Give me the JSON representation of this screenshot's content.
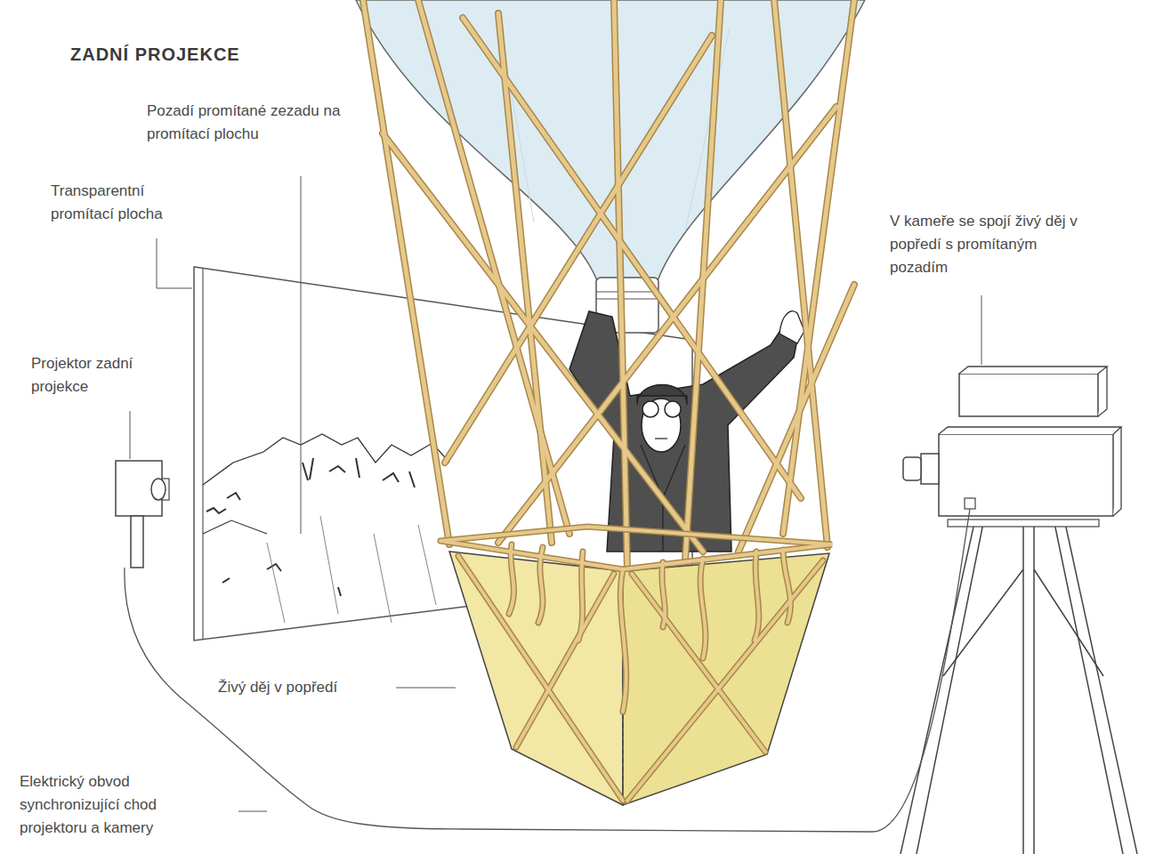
{
  "diagram": {
    "title": "ZADNÍ PROJEKCE",
    "labels": [
      "Pozadí promítané zezadu na promítací plochu",
      "Transparentní promítací plocha",
      "V kameře se spojí živý děj v popředí s promítaným pozadím",
      "Projektor zadní projekce",
      "Živý děj v popředí",
      "Elektrický obvod synchronizující chod projektoru a kamery"
    ]
  }
}
